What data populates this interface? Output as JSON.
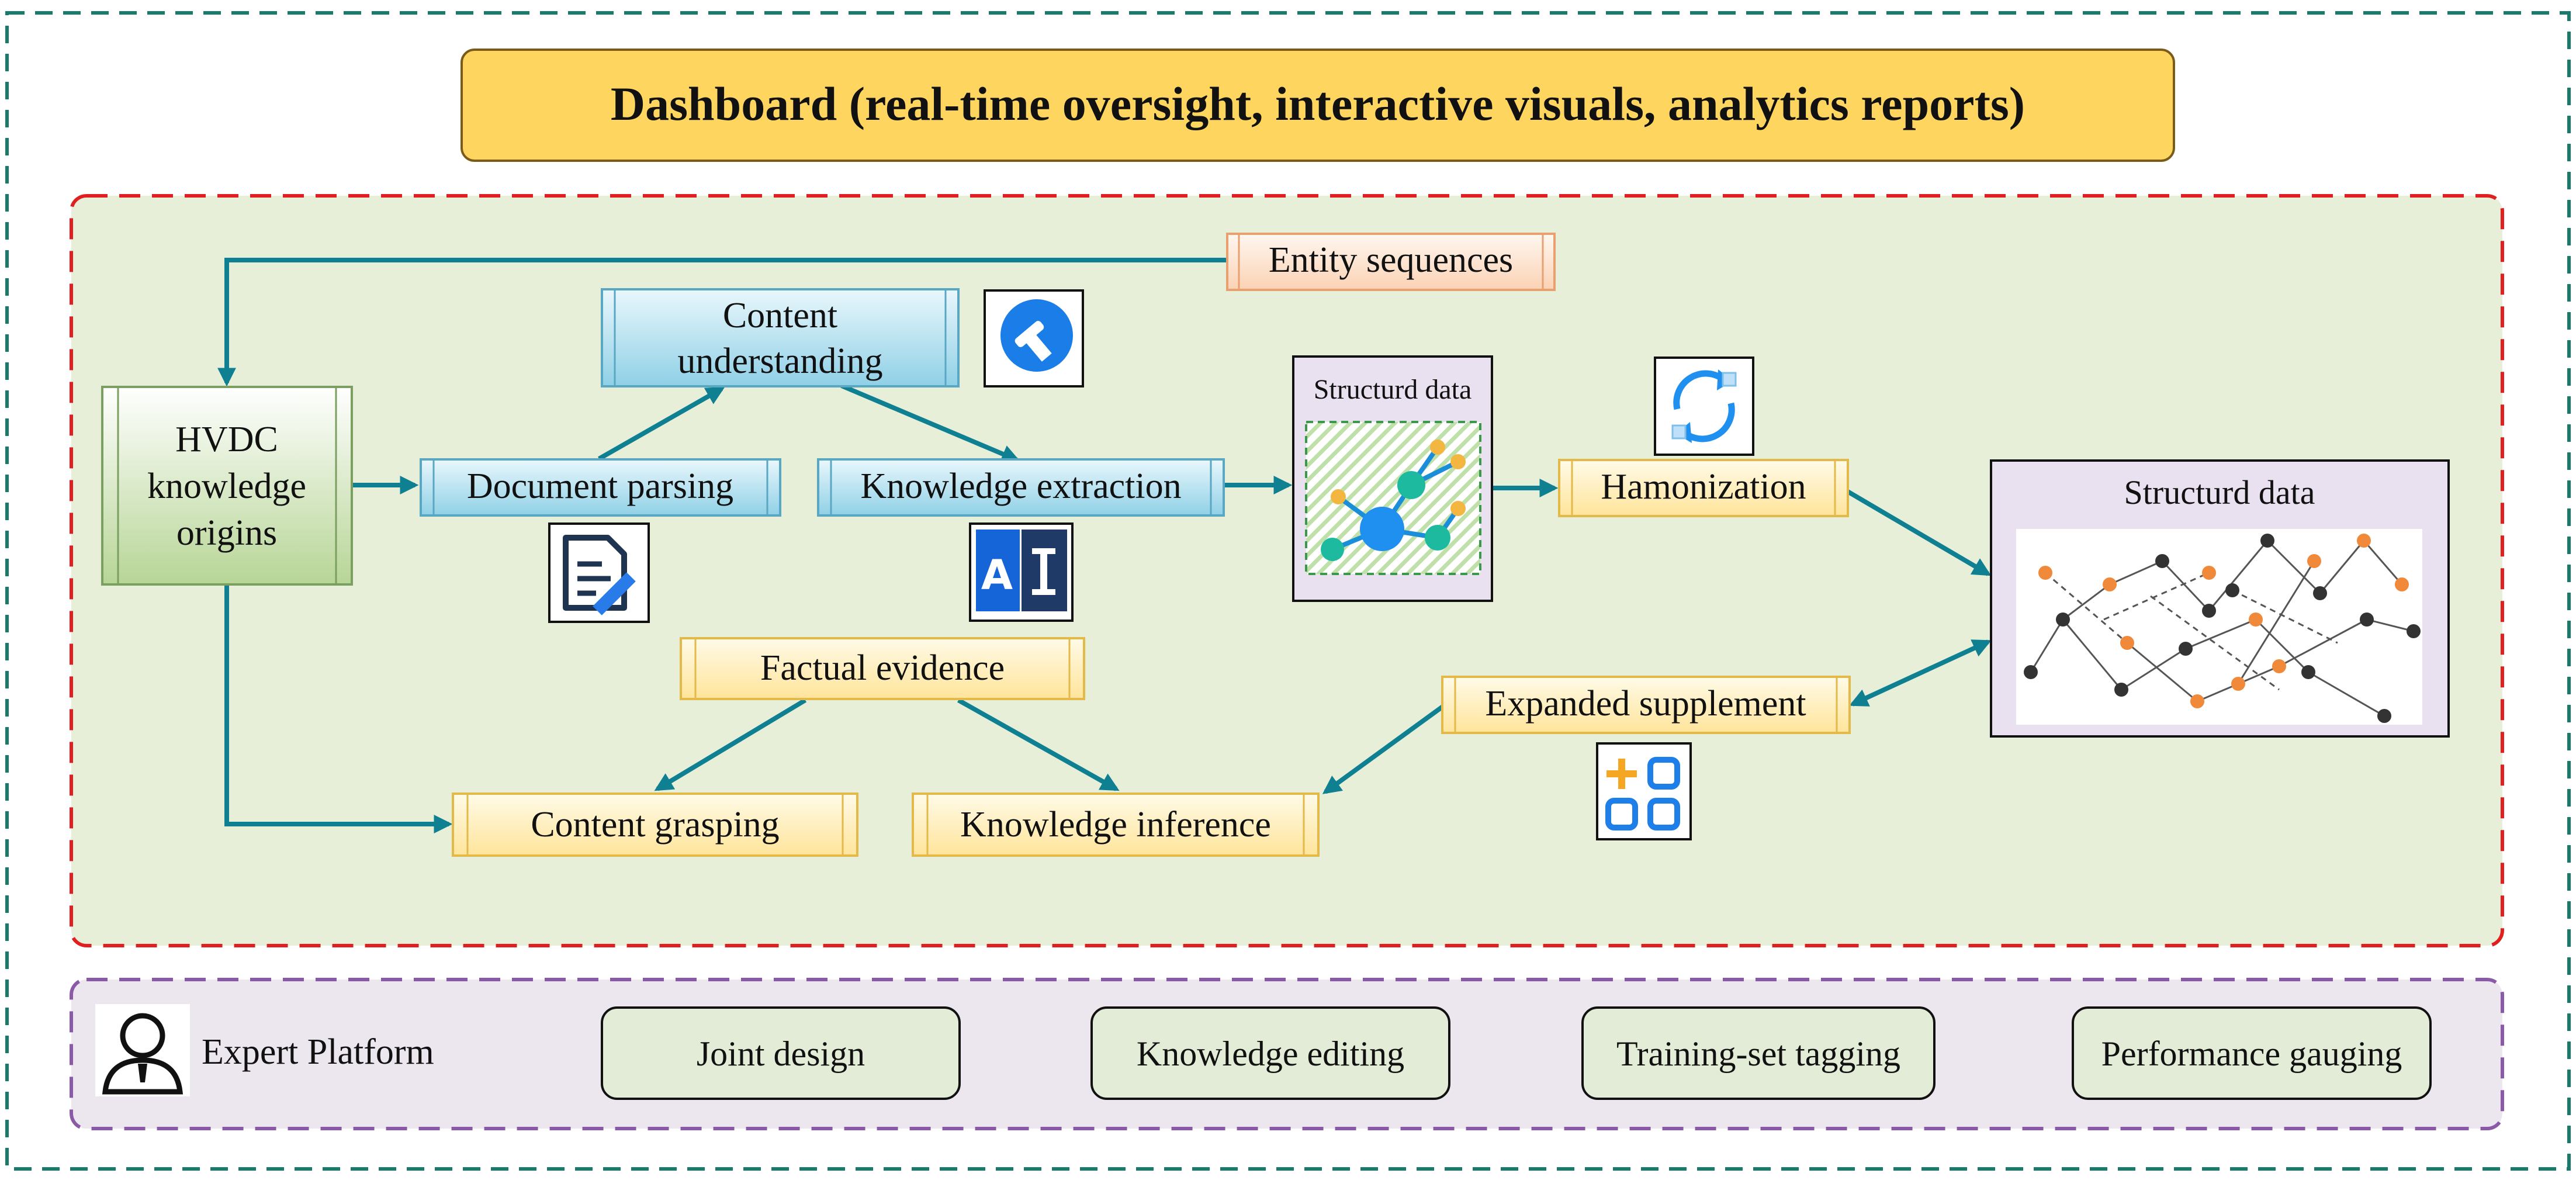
{
  "dashboard": {
    "title": "Dashboard (real-time oversight, interactive visuals, analytics reports)"
  },
  "nodes": {
    "entity_sequences": "Entity sequences",
    "content_understanding_line1": "Content",
    "content_understanding_line2": "understanding",
    "hvdc_line1": "HVDC",
    "hvdc_line2": "knowledge",
    "hvdc_line3": "origins",
    "document_parsing": "Document parsing",
    "knowledge_extraction": "Knowledge extraction",
    "structured_data_small": "Structurd data",
    "harmonization": "Hamonization",
    "structured_data_large": "Structurd data",
    "factual_evidence": "Factual evidence",
    "expanded_supplement": "Expanded supplement",
    "content_grasping": "Content grasping",
    "knowledge_inference": "Knowledge inference"
  },
  "expert_platform": {
    "label": "Expert Platform",
    "buttons": [
      "Joint design",
      "Knowledge editing",
      "Training-set tagging",
      "Performance gauging"
    ]
  },
  "colors": {
    "outer_border": "#1a7a6c",
    "main_border": "#e02020",
    "main_fill": "#e8efd9",
    "expert_border": "#8a5aa8",
    "expert_fill": "#ece6ee",
    "dashboard_fill": "#fdd55f",
    "arrow": "#0f7f92",
    "blue_box": "#bfe4f1",
    "yellow_box": "#fff0bf",
    "orange_box": "#fde6d4",
    "green_box": "#dde9cb"
  }
}
